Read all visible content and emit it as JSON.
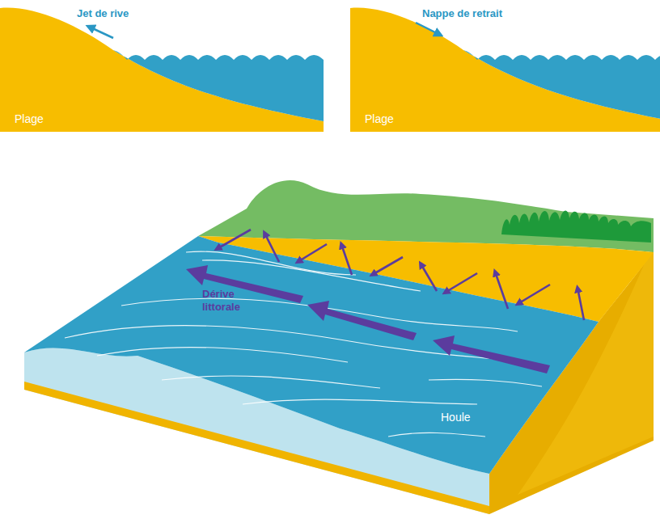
{
  "diagram": {
    "labels": [
      "Jet de rive",
      "Plage",
      "Nappe de retrait",
      "Plage",
      "Dérive littorale",
      "Houle"
    ]
  }
}
